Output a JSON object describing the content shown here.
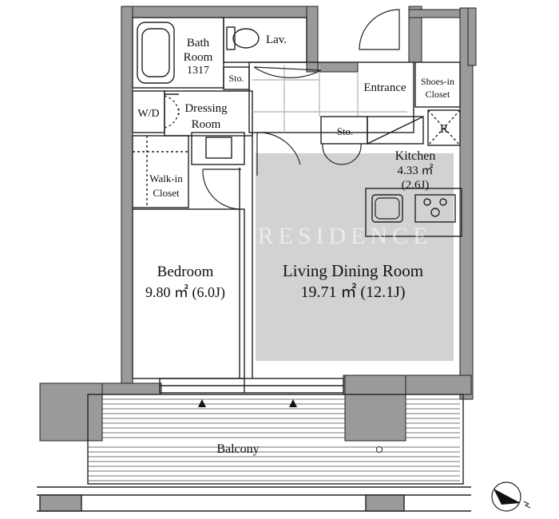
{
  "rooms": {
    "bath": {
      "name_line1": "Bath",
      "name_line2": "Room",
      "size_code": "1317"
    },
    "lavatory": {
      "name": "Lav."
    },
    "storage_bath": {
      "name": "Sto."
    },
    "walk_through_closet": {
      "name": "W/D"
    },
    "dressing_room": {
      "name_line1": "Dressing",
      "name_line2": "Room"
    },
    "entrance": {
      "name": "Entrance"
    },
    "shoes_in_closet": {
      "name_line1": "Shoes-in",
      "name_line2": "Closet"
    },
    "storage_kitchen": {
      "name": "Sto."
    },
    "refrigerator": {
      "name": "R"
    },
    "kitchen": {
      "name": "Kitchen",
      "area_sqm": "4.33 ㎡",
      "area_jo": "(2.6J)"
    },
    "walk_in_closet": {
      "name_line1": "Walk-in",
      "name_line2": "Closet"
    },
    "bedroom": {
      "name": "Bedroom",
      "area": "9.80 ㎡ (6.0J)"
    },
    "living_dining": {
      "name": "Living Dining Room",
      "area": "19.71 ㎡ (12.1J)"
    },
    "balcony": {
      "name": "Balcony"
    }
  },
  "watermark": {
    "text": "RESIDENCE"
  },
  "colors": {
    "wall": "#9a9a9a",
    "wall_outline": "#222222",
    "floor_shade": "#d2d2d2",
    "line": "#222222",
    "background": "#ffffff"
  },
  "icons": {
    "north": "compass-north-icon"
  }
}
